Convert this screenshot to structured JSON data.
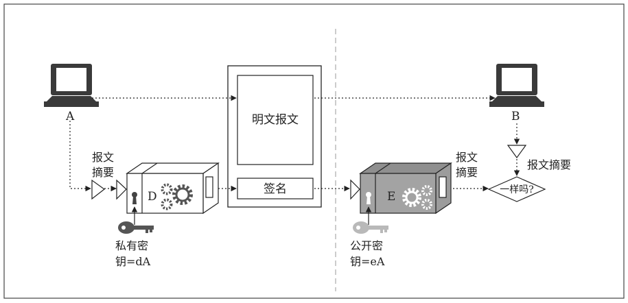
{
  "diagram": {
    "label_a": "A",
    "label_b": "B",
    "plaintext": "明文报文",
    "signature": "签名",
    "digest_left_1": "报文",
    "digest_left_2": "摘要",
    "digest_right_1": "报文",
    "digest_right_2": "摘要",
    "digest_b": "报文摘要",
    "engine_d": "D",
    "engine_e": "E",
    "private_key_1": "私有密",
    "private_key_2": "钥=dA",
    "public_key_1": "公开密",
    "public_key_2": "钥=eA",
    "compare": "一样吗?"
  },
  "colors": {
    "outline": "#222222",
    "engine_gray": "#9c9c9c",
    "engine_gray_dark": "#7d7d7d",
    "key_dark": "#555555",
    "key_light": "#b9b9b9"
  }
}
